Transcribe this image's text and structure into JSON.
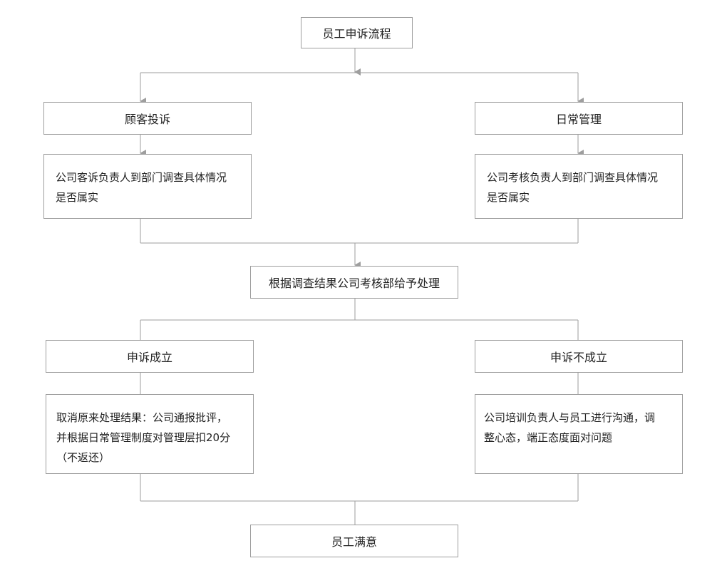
{
  "title": "员工申诉流程",
  "branches": {
    "left": "顾客投诉",
    "right": "日常管理"
  },
  "investigate": {
    "left": [
      "公司客诉负责人到部门调查具体情况",
      "是否属实"
    ],
    "right": [
      "公司考核负责人到部门调查具体情况",
      "是否属实"
    ]
  },
  "process": "根据调查结果公司考核部给予处理",
  "outcomes": {
    "left": "申诉成立",
    "right": "申诉不成立"
  },
  "actions": {
    "left": [
      "取消原来处理结果：公司通报批评，",
      "并根据日常管理制度对管理层扣20分",
      "（不返还）"
    ],
    "right": [
      "公司培训负责人与员工进行沟通，调",
      "整心态，端正态度面对问题"
    ]
  },
  "final": "员工满意"
}
